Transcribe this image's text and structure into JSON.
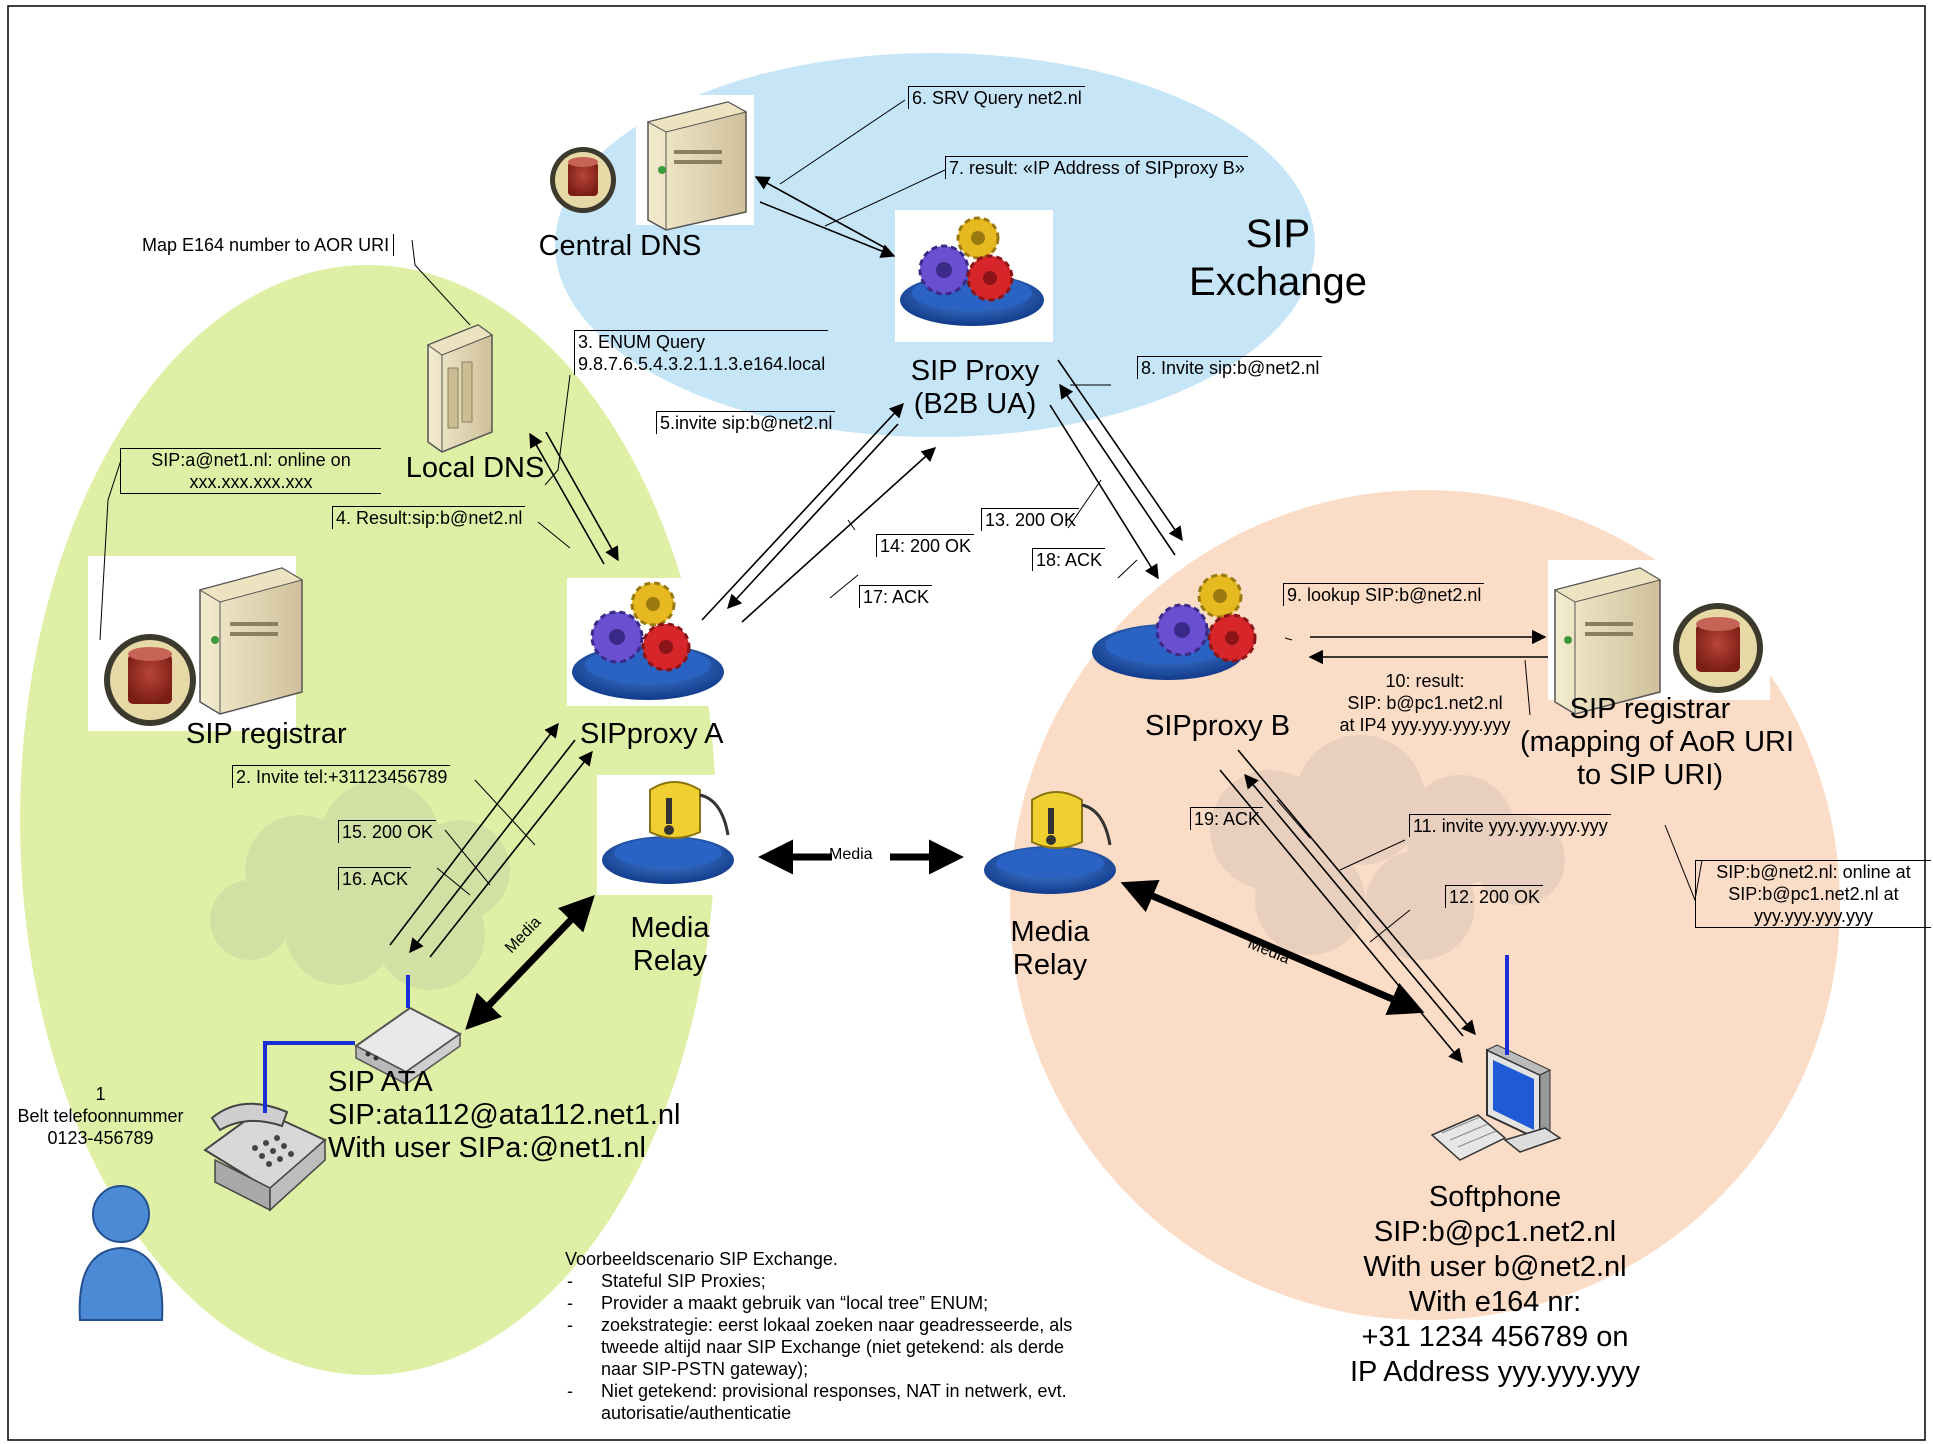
{
  "zones": {
    "exchange_title": [
      "SIP",
      "Exchange"
    ]
  },
  "nodes": {
    "central_dns": "Central DNS",
    "local_dns": "Local DNS",
    "sip_proxy_exchange": [
      "SIP Proxy",
      "(B2B UA)"
    ],
    "sip_registrar_a": "SIP registrar",
    "sipproxy_a": "SIPproxy A",
    "sipproxy_b": "SIPproxy B",
    "sip_registrar_b": [
      "SIP registrar",
      "(mapping of AoR URI",
      "to SIP URI)"
    ],
    "media_relay_a": [
      "Media",
      "Relay"
    ],
    "media_relay_b": [
      "Media",
      "Relay"
    ],
    "sip_ata": [
      "SIP ATA",
      "SIP:ata112@ata112.net1.nl",
      "With user SIPa:@net1.nl"
    ],
    "softphone": [
      "Softphone",
      "SIP:b@pc1.net2.nl",
      "With user b@net2.nl",
      "With e164 nr:",
      "+31 1234 456789 on",
      "IP Address yyy.yyy.yyy"
    ],
    "caller": [
      "1",
      "Belt telefoonnummer",
      "0123-456789"
    ]
  },
  "steps": {
    "s2": "2. Invite  tel:+31123456789",
    "s3": [
      "3. ENUM Query",
      "9.8.7.6.5.4.3.2.1.1.3.e164.local"
    ],
    "s4": "4. Result:sip:b@net2.nl",
    "s5": "5.invite sip:b@net2.nl",
    "s6": "6. SRV Query net2.nl",
    "s7": "7. result: «IP Address of SIPproxy B»",
    "s8": "8. Invite sip:b@net2.nl",
    "s9": "9. lookup SIP:b@net2.nl",
    "s10": [
      "10: result:",
      "SIP: b@pc1.net2.nl",
      "at IP4 yyy.yyy.yyy.yyy"
    ],
    "s11": "11. invite yyy.yyy.yyy.yyy",
    "s12": "12. 200 OK",
    "s13": "13. 200 OK",
    "s14": "14: 200 OK",
    "s15": "15. 200 OK",
    "s16": "16. ACK",
    "s17": "17: ACK",
    "s18": "18: ACK",
    "s19": "19: ACK"
  },
  "annotations": {
    "map_e164": "Map E164 number to AOR URI",
    "registrar_a_entry": [
      "SIP:a@net1.nl: online on",
      "xxx.xxx.xxx.xxx"
    ],
    "registrar_b_entry": [
      "SIP:b@net2.nl: online at",
      "SIP:b@pc1.net2.nl at",
      "yyy.yyy.yyy.yyy"
    ]
  },
  "media_labels": {
    "between_relays": "Media",
    "ata_relay": "Media",
    "relay_softphone": "Media"
  },
  "notes": {
    "title": "Voorbeeldscenario SIP Exchange.",
    "items": [
      "Stateful SIP Proxies;",
      "Provider a maakt gebruik van “local tree” ENUM;",
      "zoekstrategie: eerst lokaal zoeken naar geadresseerde, als tweede altijd naar SIP Exchange (niet getekend: als derde naar SIP-PSTN gateway);",
      "Niet getekend: provisional responses, NAT in netwerk, evt. autorisatie/authenticatie"
    ]
  },
  "colors": {
    "zone_a": "#dff0a6",
    "zone_exchange": "#c6e6f8",
    "zone_b": "#fbdcc6",
    "wire": "#1a2fd6"
  }
}
